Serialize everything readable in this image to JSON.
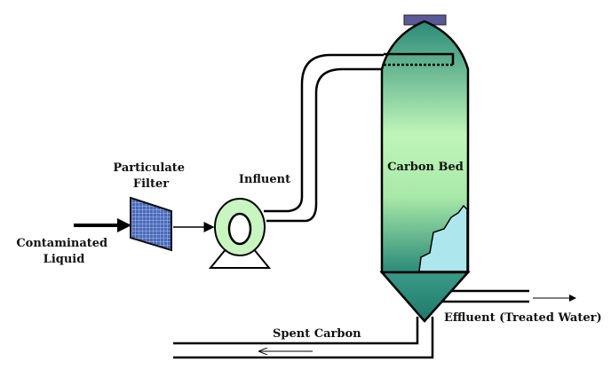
{
  "labels": {
    "contaminated_line1": "Contaminated",
    "contaminated_line2": "Liquid",
    "filter_line1": "Particulate",
    "filter_line2": "Filter",
    "influent": "Influent",
    "carbon_bed": "Carbon Bed",
    "effluent": "Effluent (Treated Water)",
    "spent_carbon": "Spent Carbon"
  },
  "colors": {
    "vessel_dark": "#2a8a78",
    "vessel_light": "#bff5b8",
    "cap": "#5a5a9a",
    "pump": "#c8f5c0",
    "filter": "#4a6ab8",
    "carbon": "#aee6ee"
  }
}
